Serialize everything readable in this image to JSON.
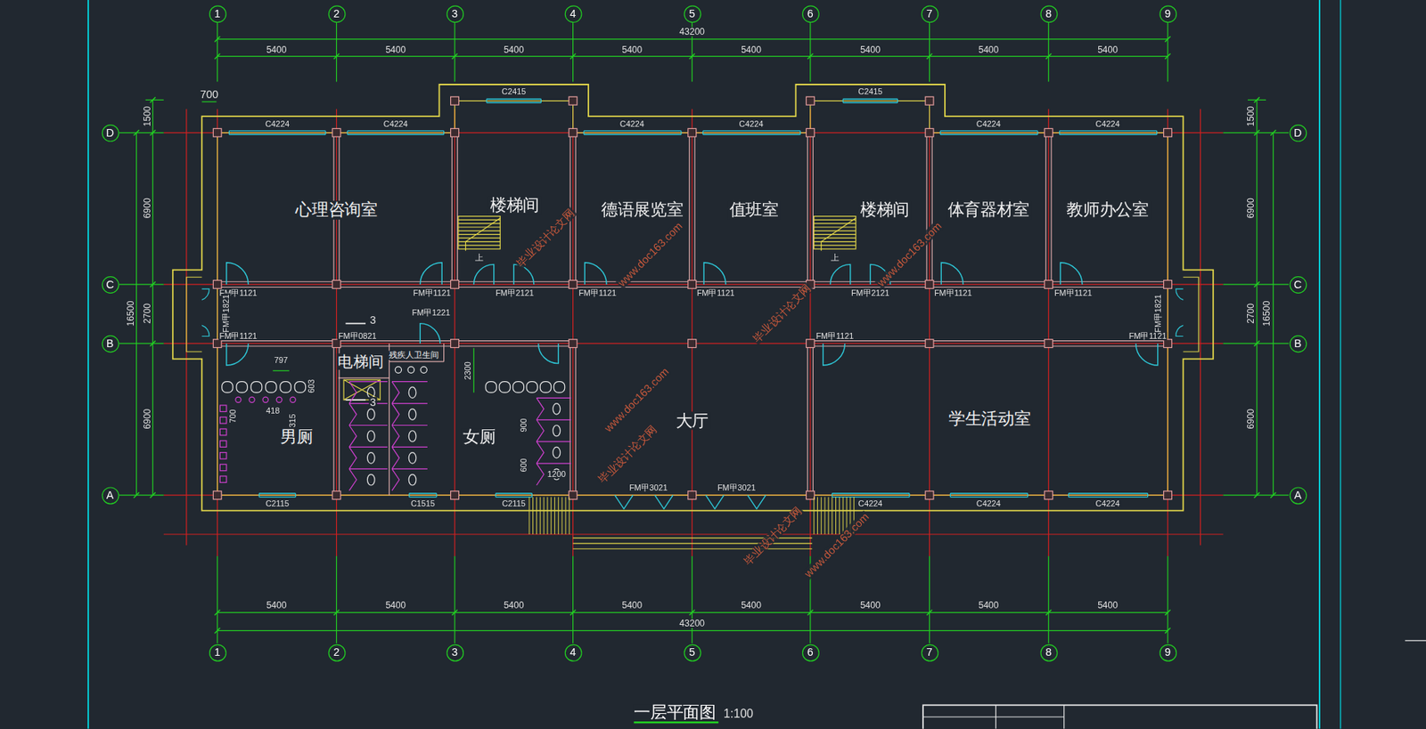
{
  "diagram": {
    "title": "一层平面图",
    "nodes": [
      {
        "text": [
          "1"
        ]
      },
      {
        "text": [
          "2"
        ]
      },
      {
        "text": [
          "3"
        ]
      },
      {
        "text": [
          "4"
        ]
      },
      {
        "text": [
          "5"
        ]
      },
      {
        "text": [
          "6"
        ]
      },
      {
        "text": [
          "7"
        ]
      },
      {
        "text": [
          "8"
        ]
      },
      {
        "text": [
          "9"
        ]
      },
      {
        "text": [
          "D"
        ]
      },
      {
        "text": [
          "C"
        ]
      },
      {
        "text": [
          "B"
        ]
      },
      {
        "text": [
          "A"
        ]
      },
      {
        "text": [
          "D"
        ]
      },
      {
        "text": [
          "C"
        ]
      },
      {
        "text": [
          "B"
        ]
      },
      {
        "text": [
          "A"
        ]
      },
      {
        "text": [
          "心理咨询室"
        ]
      },
      {
        "text": [
          "楼梯间"
        ]
      },
      {
        "text": [
          "德语展览室"
        ]
      },
      {
        "text": [
          "值班室"
        ]
      },
      {
        "text": [
          "楼梯间"
        ]
      },
      {
        "text": [
          "体育器材室"
        ]
      },
      {
        "text": [
          "教师办公室"
        ]
      },
      {
        "text": [
          "电梯间"
        ]
      },
      {
        "text": [
          "残疾人卫生间"
        ]
      },
      {
        "text": [
          "男厕"
        ]
      },
      {
        "text": [
          "女厕"
        ]
      },
      {
        "text": [
          "大厅"
        ]
      },
      {
        "text": [
          "学生活动室"
        ]
      },
      {
        "text": [
          "1"
        ]
      },
      {
        "text": [
          "2"
        ]
      },
      {
        "text": [
          "3"
        ]
      },
      {
        "text": [
          "4"
        ]
      },
      {
        "text": [
          "5"
        ]
      },
      {
        "text": [
          "6"
        ]
      },
      {
        "text": [
          "7"
        ]
      },
      {
        "text": [
          "8"
        ]
      },
      {
        "text": [
          "9"
        ]
      }
    ],
    "labels": [
      "43200",
      "5400",
      "5400",
      "5400",
      "5400",
      "5400",
      "5400",
      "5400",
      "5400",
      "5400",
      "5400",
      "5400",
      "5400",
      "5400",
      "5400",
      "5400",
      "5400",
      "43200",
      "1500",
      "6900",
      "16500",
      "2700",
      "6900",
      "1500",
      "6900",
      "2700",
      "16500",
      "6900",
      "700",
      "C2415",
      "C2415",
      "C4224",
      "C4224",
      "C4224",
      "C4224",
      "C4224",
      "C4224",
      "C2115",
      "C1515",
      "C2115",
      "C4224",
      "C4224",
      "C4224",
      "FM甲1121",
      "FM甲1121",
      "FM甲2121",
      "FM甲1121",
      "FM甲1121",
      "FM甲2121",
      "FM甲1121",
      "FM甲1121",
      "FM甲1821",
      "FM甲1221",
      "FM甲1821",
      "FM甲1121",
      "FM甲0821",
      "FM甲1121",
      "FM甲1121",
      "FM甲3021",
      "FM甲3021",
      "3",
      "3",
      "上",
      "上",
      "797",
      "603",
      "418",
      "700",
      "315",
      "2300",
      "900",
      "600",
      "1200",
      "1:100",
      "毕业设计论文网",
      "www.doc163.com",
      "毕业设计论文网",
      "www.doc163.com",
      "毕业设计论文网",
      "www.doc163.com",
      "毕业设计论文网",
      "www.doc163.com"
    ]
  }
}
